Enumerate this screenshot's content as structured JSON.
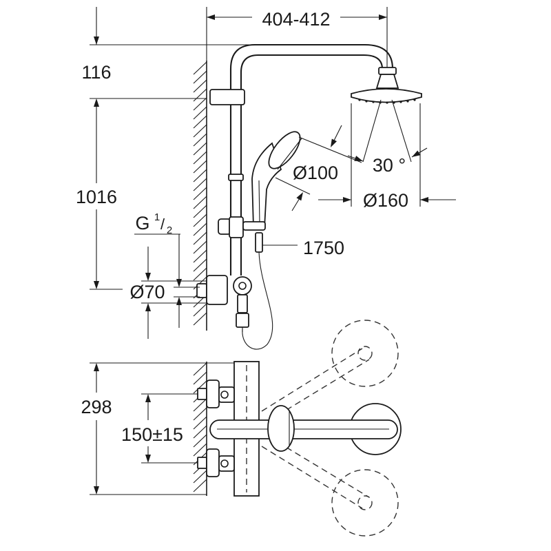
{
  "dimensions": {
    "top_width": "404-412",
    "arm_height": "116",
    "riser_height": "1016",
    "thread": {
      "letter": "G",
      "numerator": "1",
      "slash": "/",
      "denominator": "2"
    },
    "flange_diameter": "Ø70",
    "hand_shower_diameter": "Ø100",
    "spray_angle": "30 °",
    "head_shower_diameter": "Ø160",
    "hose_length": "1750",
    "depth": "298",
    "center_distance": "150±15"
  }
}
